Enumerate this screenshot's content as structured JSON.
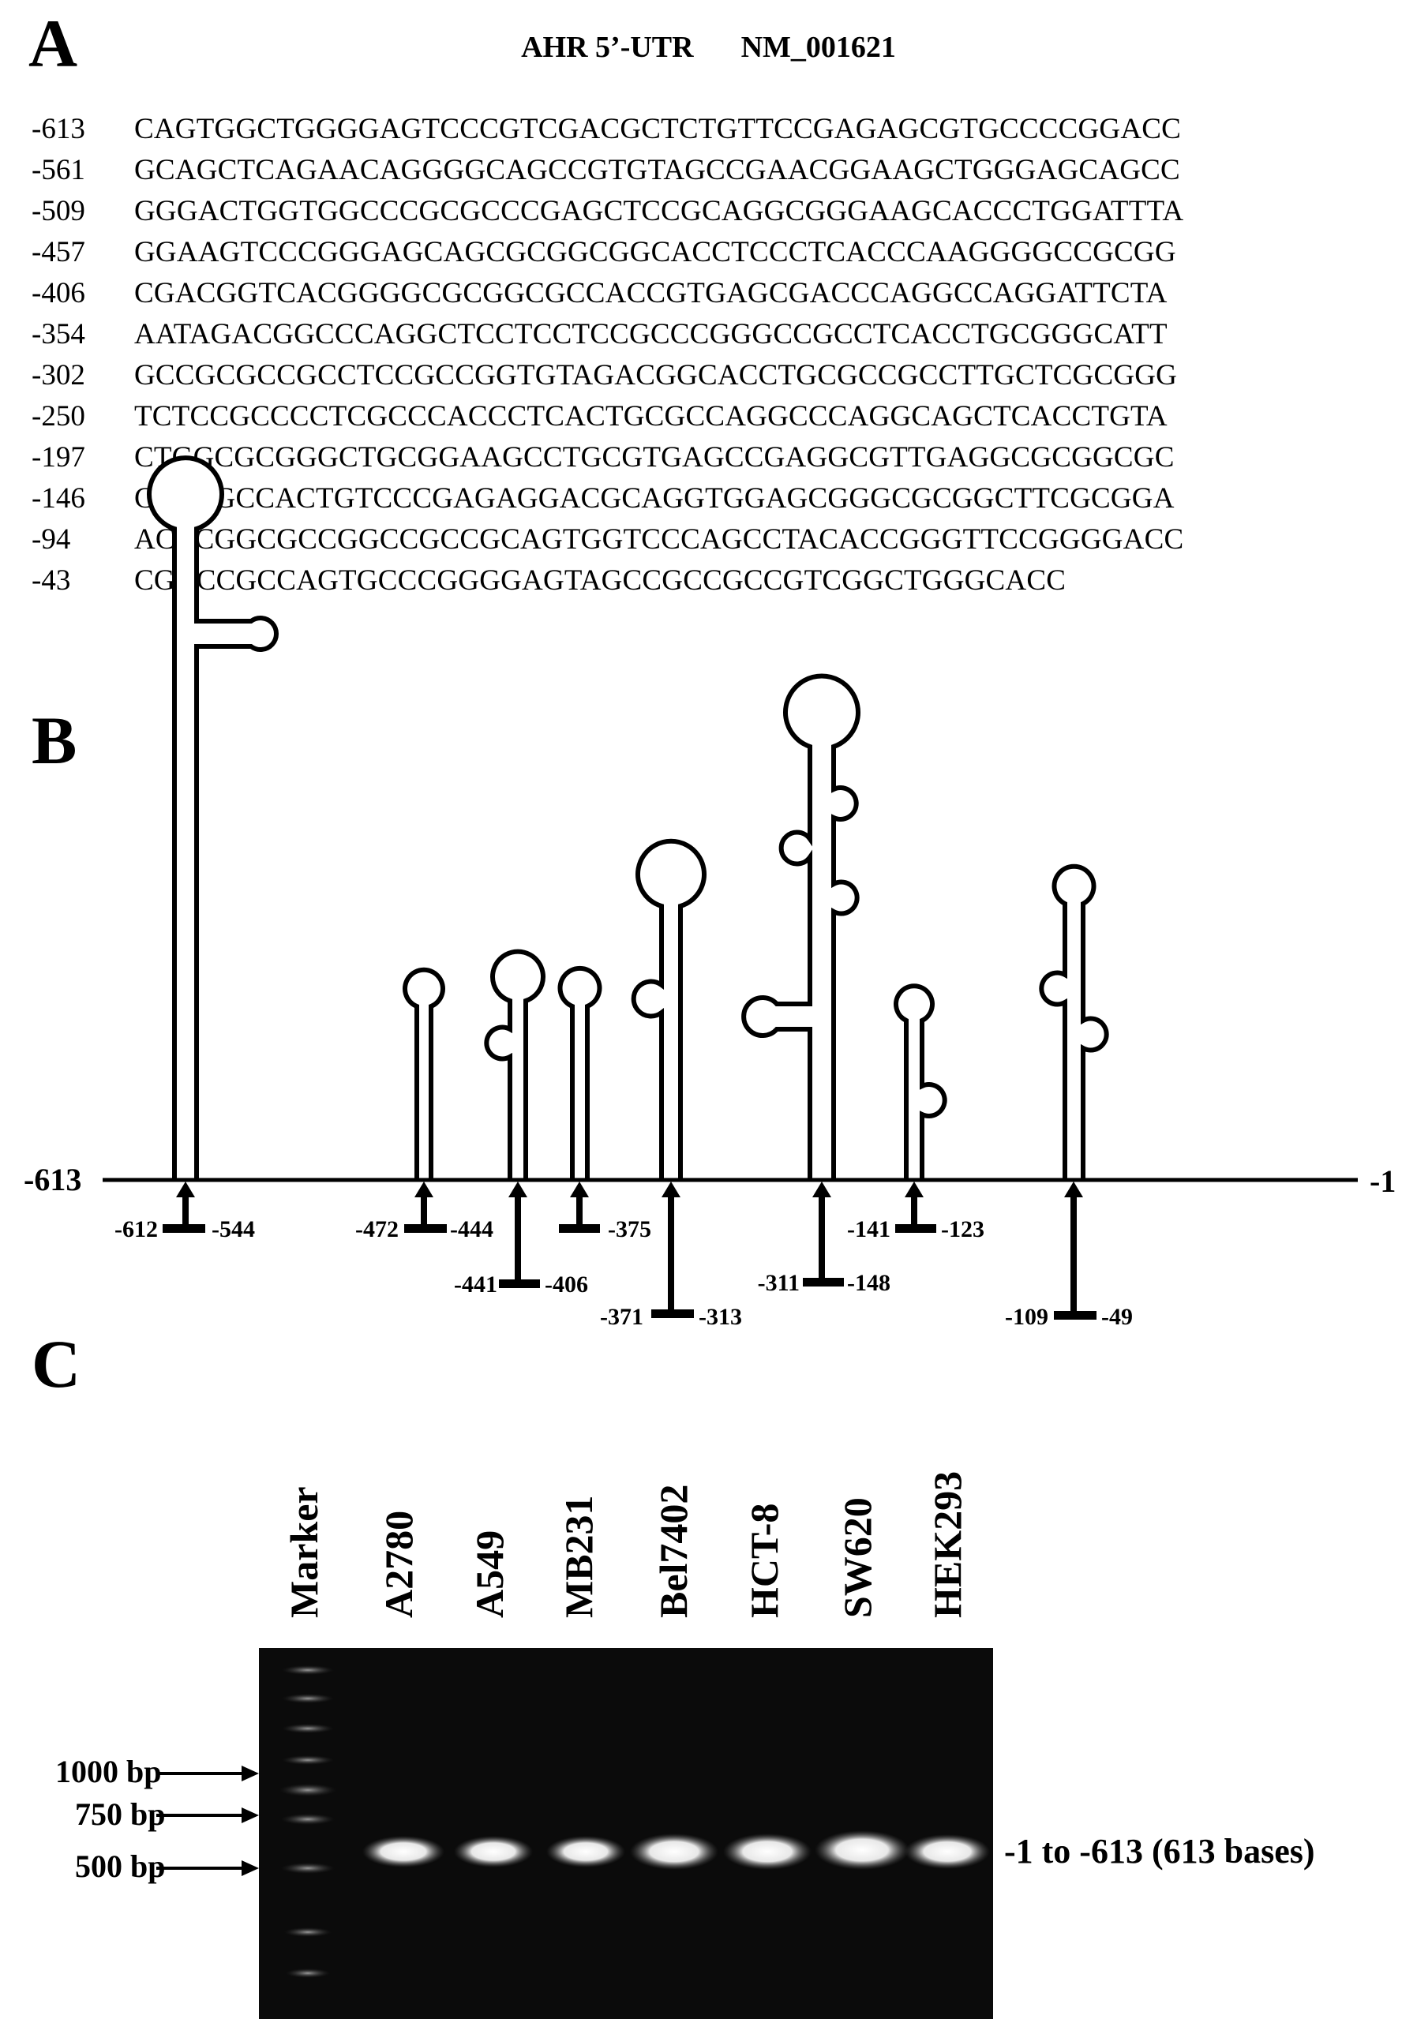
{
  "panel_a": {
    "letter": "A",
    "gene": "AHR 5’-UTR",
    "accession": "NM_001621",
    "rows": [
      {
        "pos": "-613",
        "seq": "CAGTGGCTGGGGAGTCCCGTCGACGCTCTGTTCCGAGAGCGTGCCCCGGACC"
      },
      {
        "pos": "-561",
        "seq": "GCAGCTCAGAACAGGGGCAGCCGTGTAGCCGAACGGAAGCTGGGAGCAGCC"
      },
      {
        "pos": "-509",
        "seq": "GGGACTGGTGGCCCGCGCCCGAGCTCCGCAGGCGGGAAGCACCCTGGATTTA"
      },
      {
        "pos": "-457",
        "seq": "GGAAGTCCCGGGAGCAGCGCGGCGGCACCTCCCTCACCCAAGGGGCCGCGG"
      },
      {
        "pos": "-406",
        "seq": "CGACGGTCACGGGGCGCGGCGCCACCGTGAGCGACCCAGGCCAGGATTCTA"
      },
      {
        "pos": "-354",
        "seq": "AATAGACGGCCCAGGCTCCTCCTCCGCCCGGGCCGCCTCACCTGCGGGCATT"
      },
      {
        "pos": "-302",
        "seq": "GCCGCGCCGCCTCCGCCGGTGTAGACGGCACCTGCGCCGCCTTGCTCGCGGG"
      },
      {
        "pos": "-250",
        "seq": "TCTCCGCCCCTCGCCCACCCTCACTGCGCCAGGCCCAGGCAGCTCACCTGTA"
      },
      {
        "pos": "-197",
        "seq": "CTGGCGCGGGCTGCGGAAGCCTGCGTGAGCCGAGGCGTTGAGGCGCGGCGC"
      },
      {
        "pos": "-146",
        "seq": "CCACGCCACTGTCCCGAGAGGACGCAGGTGGAGCGGGCGCGGCTTCGCGGA"
      },
      {
        "pos": "-94",
        "seq": "ACCCGGCGCCGGCCGCCGCAGTGGTCCCAGCCTACACCGGGTTCCGGGGACC"
      },
      {
        "pos": "-43",
        "seq": "CGGCCGCCAGTGCCCGGGGAGTAGCCGCCGCCGTCGGCTGGGCACC"
      }
    ]
  },
  "panel_b": {
    "letter": "B",
    "left_end": "-613",
    "right_end": "-1",
    "hairpins": [
      {
        "start": "-612",
        "end": "-544"
      },
      {
        "start": "-472",
        "end": "-444"
      },
      {
        "start": "-441",
        "end": "-406"
      },
      {
        "start": "",
        "end": "-375"
      },
      {
        "start": "-371",
        "end": "-313"
      },
      {
        "start": "-311",
        "end": "-148"
      },
      {
        "start": "-141",
        "end": "-123"
      },
      {
        "start": "-109",
        "end": "-49"
      }
    ]
  },
  "panel_c": {
    "letter": "C",
    "lanes": [
      "Marker",
      "A2780",
      "A549",
      "MB231",
      "Bel7402",
      "HCT-8",
      "SW620",
      "HEK293"
    ],
    "markers": [
      "1000 bp",
      "750 bp",
      "500 bp"
    ],
    "band_label": "-1 to -613 (613 bases)"
  }
}
